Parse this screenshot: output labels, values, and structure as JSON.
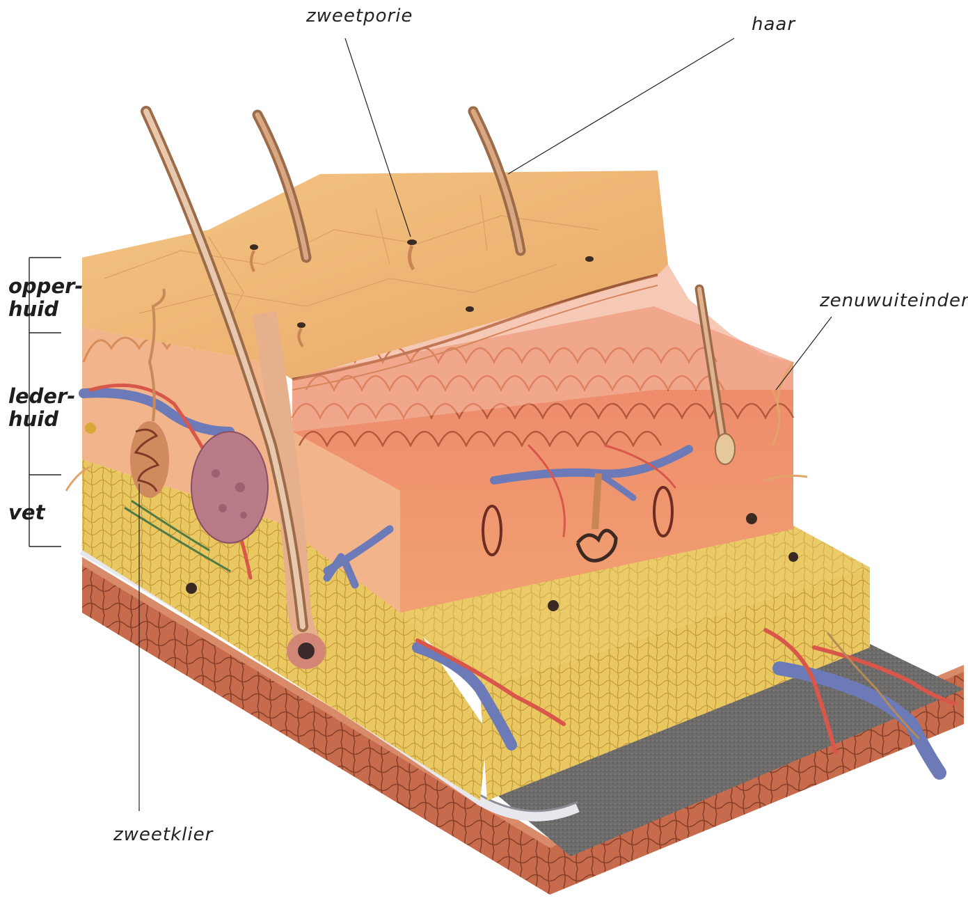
{
  "labels": {
    "zweetporie": "zweetporie",
    "haar": "haar",
    "zenuwuiteinden": "zenuwuiteinden",
    "zweetklier": "zweetklier"
  },
  "layers": {
    "opperhuid": "opper-\nhuid",
    "lederhuid": "leder-\nhuid",
    "vet": "vet"
  },
  "colors": {
    "epidermis": "#eeb76f",
    "dermis": "#eb9474",
    "fat": "#e8c35c",
    "fascia": "#6f6d6b",
    "muscle": "#c56a4a",
    "vein": "#6c7ab8",
    "artery": "#d8574a",
    "hair": "#b98057"
  }
}
